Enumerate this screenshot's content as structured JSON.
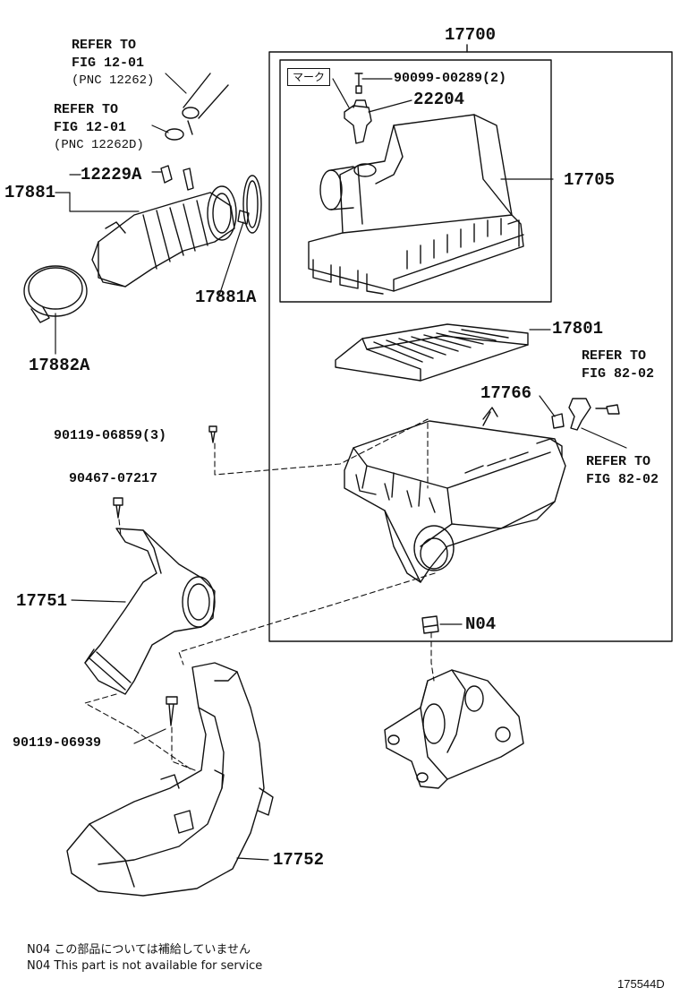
{
  "labels": {
    "assembly": "17700",
    "refer_top1": [
      "REFER TO",
      "FIG 12-01",
      "(PNC 12262)"
    ],
    "refer_top2": [
      "REFER TO",
      "FIG 12-01",
      "(PNC 12262D)"
    ],
    "hose_group": "17881",
    "clamp_small": "12229A",
    "gasket": "17881A",
    "clamp_large": "17882A",
    "case_cap": "17705",
    "bolt_cap": "90099-00289(2)",
    "sensor": "22204",
    "mark": "マーク",
    "element": "17801",
    "grommet": "17766",
    "refer_right1": [
      "REFER TO",
      "FIG 82-02"
    ],
    "refer_right2": [
      "REFER TO",
      "FIG 82-02"
    ],
    "bolt_case": "90119-06859(3)",
    "bolt_duct": "90467-07217",
    "inlet_duct": "17751",
    "mount": "N04",
    "bolt_lower": "90119-06939",
    "resonator": "17752"
  },
  "notes": {
    "jp": "N04  この部品については補給していません",
    "en": "N04  This part is not available for service"
  },
  "diagram_code": "175544D"
}
